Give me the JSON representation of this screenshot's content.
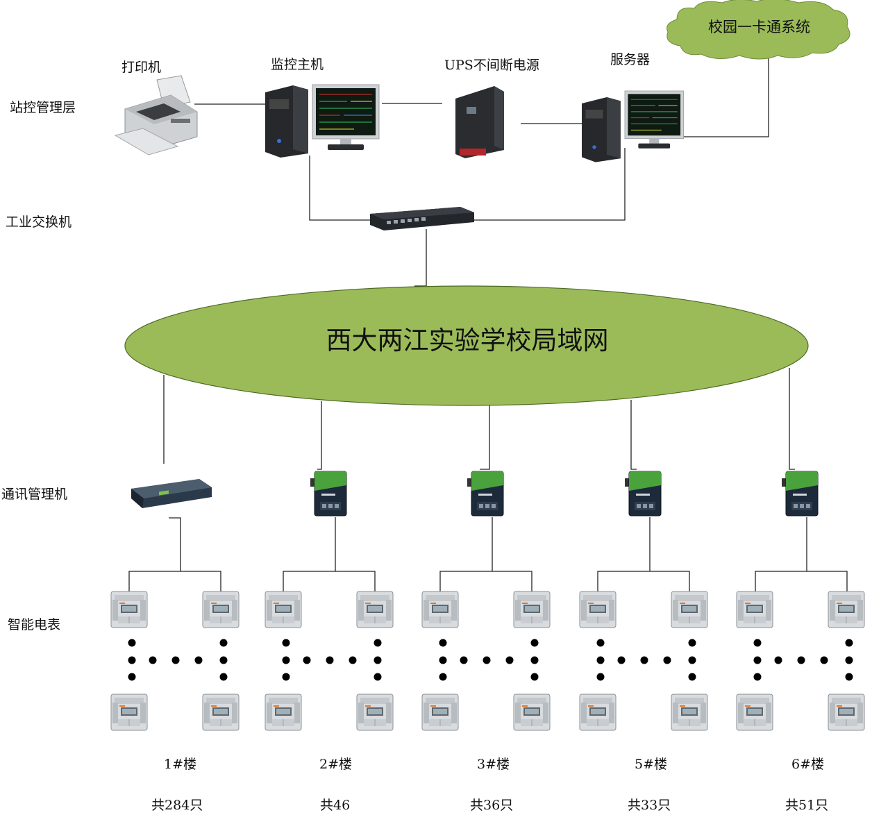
{
  "layers": {
    "station": "站控管理层",
    "switch": "工业交换机",
    "comm": "通讯管理机",
    "meter": "智能电表"
  },
  "devices": {
    "printer": "打印机",
    "monitor_host": "监控主机",
    "ups": "UPS不间断电源",
    "server": "服务器",
    "campus_card": "校园一卡通系统"
  },
  "lan": "西大两江实验学校局域网",
  "buildings": [
    {
      "name": "1#楼",
      "count": "共284只"
    },
    {
      "name": "2#楼",
      "count": "共46"
    },
    {
      "name": "3#楼",
      "count": "共36只"
    },
    {
      "name": "5#楼",
      "count": "共33只"
    },
    {
      "name": "6#楼",
      "count": "共51只"
    }
  ],
  "colors": {
    "lan_fill": "#9bbb59",
    "cloud_fill": "#9bbb59",
    "line": "#222222"
  }
}
